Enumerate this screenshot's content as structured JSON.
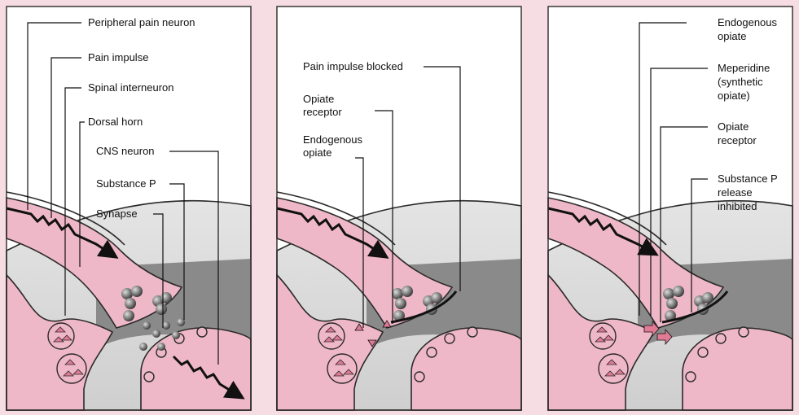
{
  "panels": [
    {
      "id": "normal",
      "labels": {
        "peripheral_pain_neuron": "Peripheral pain neuron",
        "pain_impulse": "Pain impulse",
        "spinal_interneuron": "Spinal interneuron",
        "dorsal_horn": "Dorsal horn",
        "cns_neuron": "CNS neuron",
        "substance_p": "Substance P",
        "synapse": "Synapse"
      }
    },
    {
      "id": "endogenous-blocked",
      "labels": {
        "pain_impulse_blocked": "Pain impulse blocked",
        "opiate_receptor": [
          "Opiate",
          "receptor"
        ],
        "endogenous_opiate": [
          "Endogenous",
          "opiate"
        ]
      }
    },
    {
      "id": "meperidine",
      "labels": {
        "endogenous_opiate": [
          "Endogenous",
          "opiate"
        ],
        "meperidine": [
          "Meperidine",
          "(synthetic",
          "opiate)"
        ],
        "opiate_receptor": [
          "Opiate",
          "receptor"
        ],
        "substance_p_inhibited": [
          "Substance P",
          "release",
          "inhibited"
        ]
      }
    }
  ],
  "colors": {
    "background": "#f6dce3",
    "panel": "#ffffff",
    "pink_tissue": "#efb8c8",
    "gray_tissue": "#dadada",
    "dark_cleft": "#888888",
    "ink": "#2a2a2a"
  }
}
